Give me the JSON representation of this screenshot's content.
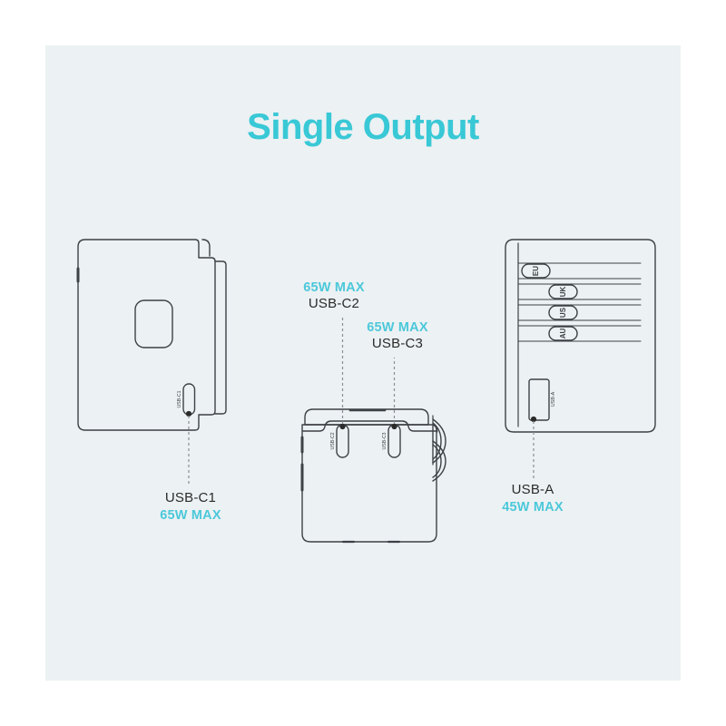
{
  "page": {
    "title": "Single Output",
    "background_color": "#ffffff",
    "panel_color": "#ecf1f3",
    "accent_color": "#39c8d6",
    "line_color": "#3c4145",
    "text_color": "#2b2b2b"
  },
  "devices": {
    "left": {
      "name": "travel-adapter-front-view",
      "port_label": "USB-C1",
      "callout": {
        "watt": "65W MAX",
        "port": "USB-C1"
      }
    },
    "center": {
      "name": "travel-adapter-top-view",
      "port_labels": [
        "USB-C2",
        "USB-C3"
      ],
      "callouts": [
        {
          "watt": "65W MAX",
          "port": "USB-C2"
        },
        {
          "watt": "65W MAX",
          "port": "USB-C3"
        }
      ]
    },
    "right": {
      "name": "travel-adapter-back-view",
      "plug_sliders": [
        "EU",
        "UK",
        "US",
        "AU"
      ],
      "port_label": "USB-A",
      "callout": {
        "watt": "45W MAX",
        "port": "USB-A"
      }
    }
  }
}
